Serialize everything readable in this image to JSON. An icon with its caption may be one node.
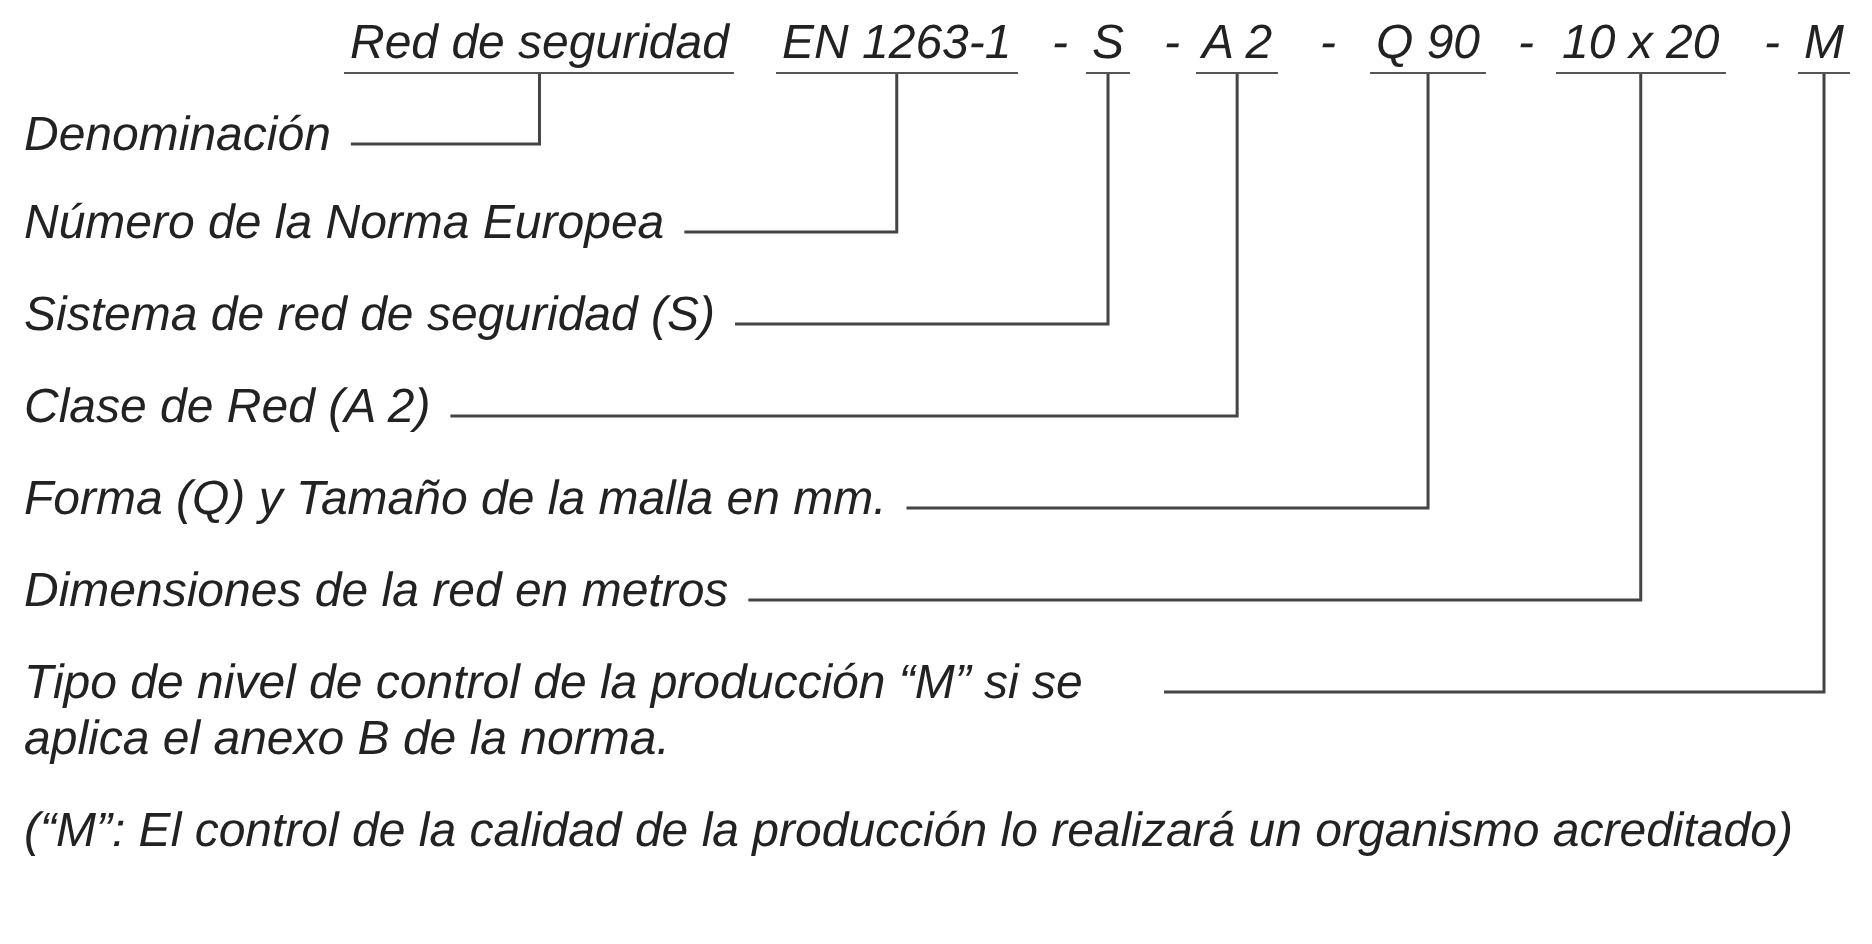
{
  "diagram": {
    "nodes": [
      {
        "text": [
          "Red de seguridad"
        ]
      },
      {
        "text": [
          "EN 1263-1"
        ]
      },
      {
        "text": [
          "S"
        ]
      },
      {
        "text": [
          "A 2"
        ]
      },
      {
        "text": [
          "Q 90"
        ]
      },
      {
        "text": [
          "10 x 20"
        ]
      },
      {
        "text": [
          "M"
        ]
      },
      {
        "text": [
          "Denominación"
        ]
      },
      {
        "text": [
          "Número de la Norma Europea"
        ]
      },
      {
        "text": [
          "Sistema de red de seguridad (S)"
        ]
      },
      {
        "text": [
          "Clase de Red (A 2)"
        ]
      },
      {
        "text": [
          "Forma (Q) y Tamaño de la malla en mm."
        ]
      },
      {
        "text": [
          "Dimensiones de la red en metros"
        ]
      },
      {
        "text": [
          "Tipo de nivel de control de la producción “M” si se aplica el anexo B de la norma."
        ]
      }
    ],
    "edges": [
      {
        "from": 7,
        "to": 0,
        "arrow": "none"
      },
      {
        "from": 8,
        "to": 1,
        "arrow": "none"
      },
      {
        "from": 9,
        "to": 2,
        "arrow": "none"
      },
      {
        "from": 10,
        "to": 3,
        "arrow": "none"
      },
      {
        "from": 11,
        "to": 4,
        "arrow": "none"
      },
      {
        "from": 12,
        "to": 5,
        "arrow": "none"
      },
      {
        "from": 13,
        "to": 6,
        "arrow": "none"
      }
    ],
    "labels": [
      "-",
      "-",
      "-",
      "-",
      "-",
      "(“M”: El control de la calidad de la producción lo realizará un organismo acreditado)"
    ]
  }
}
